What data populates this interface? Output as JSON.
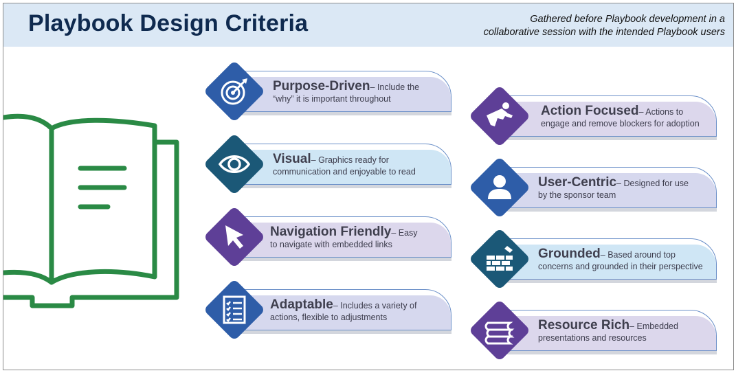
{
  "header": {
    "title": "Playbook Design Criteria",
    "subtitle_line1": "Gathered before Playbook development in a",
    "subtitle_line2": "collaborative session with the intended Playbook users"
  },
  "colors": {
    "header_bg": "#dbe8f5",
    "title": "#0f2a4f",
    "book": "#2a8a45",
    "blue": "#2e5da8",
    "purple": "#5e3f97",
    "teal": "#1b5877"
  },
  "left_cards": [
    {
      "title": "Purpose-Driven",
      "desc_first": "Include the",
      "desc_rest": "“why” it is important throughout",
      "icon": "target-icon"
    },
    {
      "title": "Visual",
      "desc_first": "Graphics ready for",
      "desc_rest": "communication and enjoyable to read",
      "icon": "eye-icon"
    },
    {
      "title": "Navigation Friendly",
      "desc_first": "Easy",
      "desc_rest": "to navigate with embedded links",
      "icon": "cursor-icon"
    },
    {
      "title": "Adaptable",
      "desc_first": "Includes a variety of",
      "desc_rest": "actions, flexible to adjustments",
      "icon": "checklist-icon"
    }
  ],
  "right_cards": [
    {
      "title": "Action Focused",
      "desc_first": "Actions to",
      "desc_rest": "engage and remove blockers for adoption",
      "icon": "superhero-icon"
    },
    {
      "title": "User-Centric",
      "desc_first": "Designed for use",
      "desc_rest": "by the sponsor team",
      "icon": "user-icon"
    },
    {
      "title": "Grounded",
      "desc_first": "Based around top",
      "desc_rest": "concerns and grounded in their perspective",
      "icon": "brick-wall-icon"
    },
    {
      "title": "Resource Rich",
      "desc_first": "Embedded",
      "desc_rest": "presentations and resources",
      "icon": "books-icon"
    }
  ]
}
